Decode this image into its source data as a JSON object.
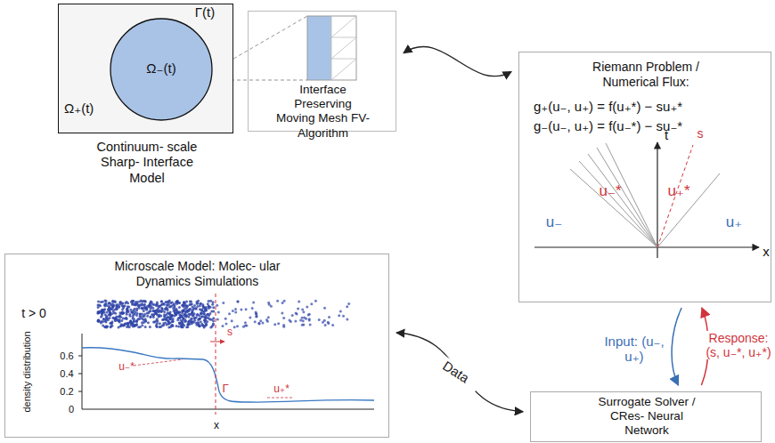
{
  "diagram": {
    "nodes": [
      {
        "text": [
          "Ω₊(t)",
          "Continuum- scale Sharp- Interface Model"
        ]
      },
      {
        "text": [
          "Ω₋(t)"
        ],
        "in": 0
      },
      {
        "text": [
          "Interface Preserving Moving Mesh FV-Algorithm"
        ]
      },
      {
        "text": [
          "Riemann Problem / Numerical Flux:",
          "g₊(u₋, u₊) = f(u₊*) − su₊*",
          "g₋(u₋, u₊) = f(u₋*) − su₋*"
        ]
      },
      {
        "text": [
          "Microscale Model: Molec- ular Dynamics Simulations"
        ]
      },
      {
        "text": [
          "Surrogate Solver / CRes- Neural Network"
        ]
      }
    ],
    "edges": [
      {
        "from": 2,
        "to": 3,
        "arrow": "both"
      },
      {
        "from": 3,
        "to": 5,
        "label": "Input: (u₋, u₊)",
        "arrow": "to"
      },
      {
        "from": 5,
        "to": 3,
        "label": "Response: (s, u₋*, u₊*)",
        "arrow": "to"
      },
      {
        "from": 4,
        "to": 5,
        "label": "Data",
        "arrow": "both"
      }
    ],
    "labels": [
      "Γ(t)",
      "t > 0",
      "s",
      "density distribution",
      "0.6",
      "0.4",
      "0.2",
      "0",
      "x",
      "u₋*",
      "Γ",
      "u₊*",
      "s",
      "t",
      "x",
      "u₋*",
      "u₊*",
      "u₋",
      "u₊"
    ]
  }
}
